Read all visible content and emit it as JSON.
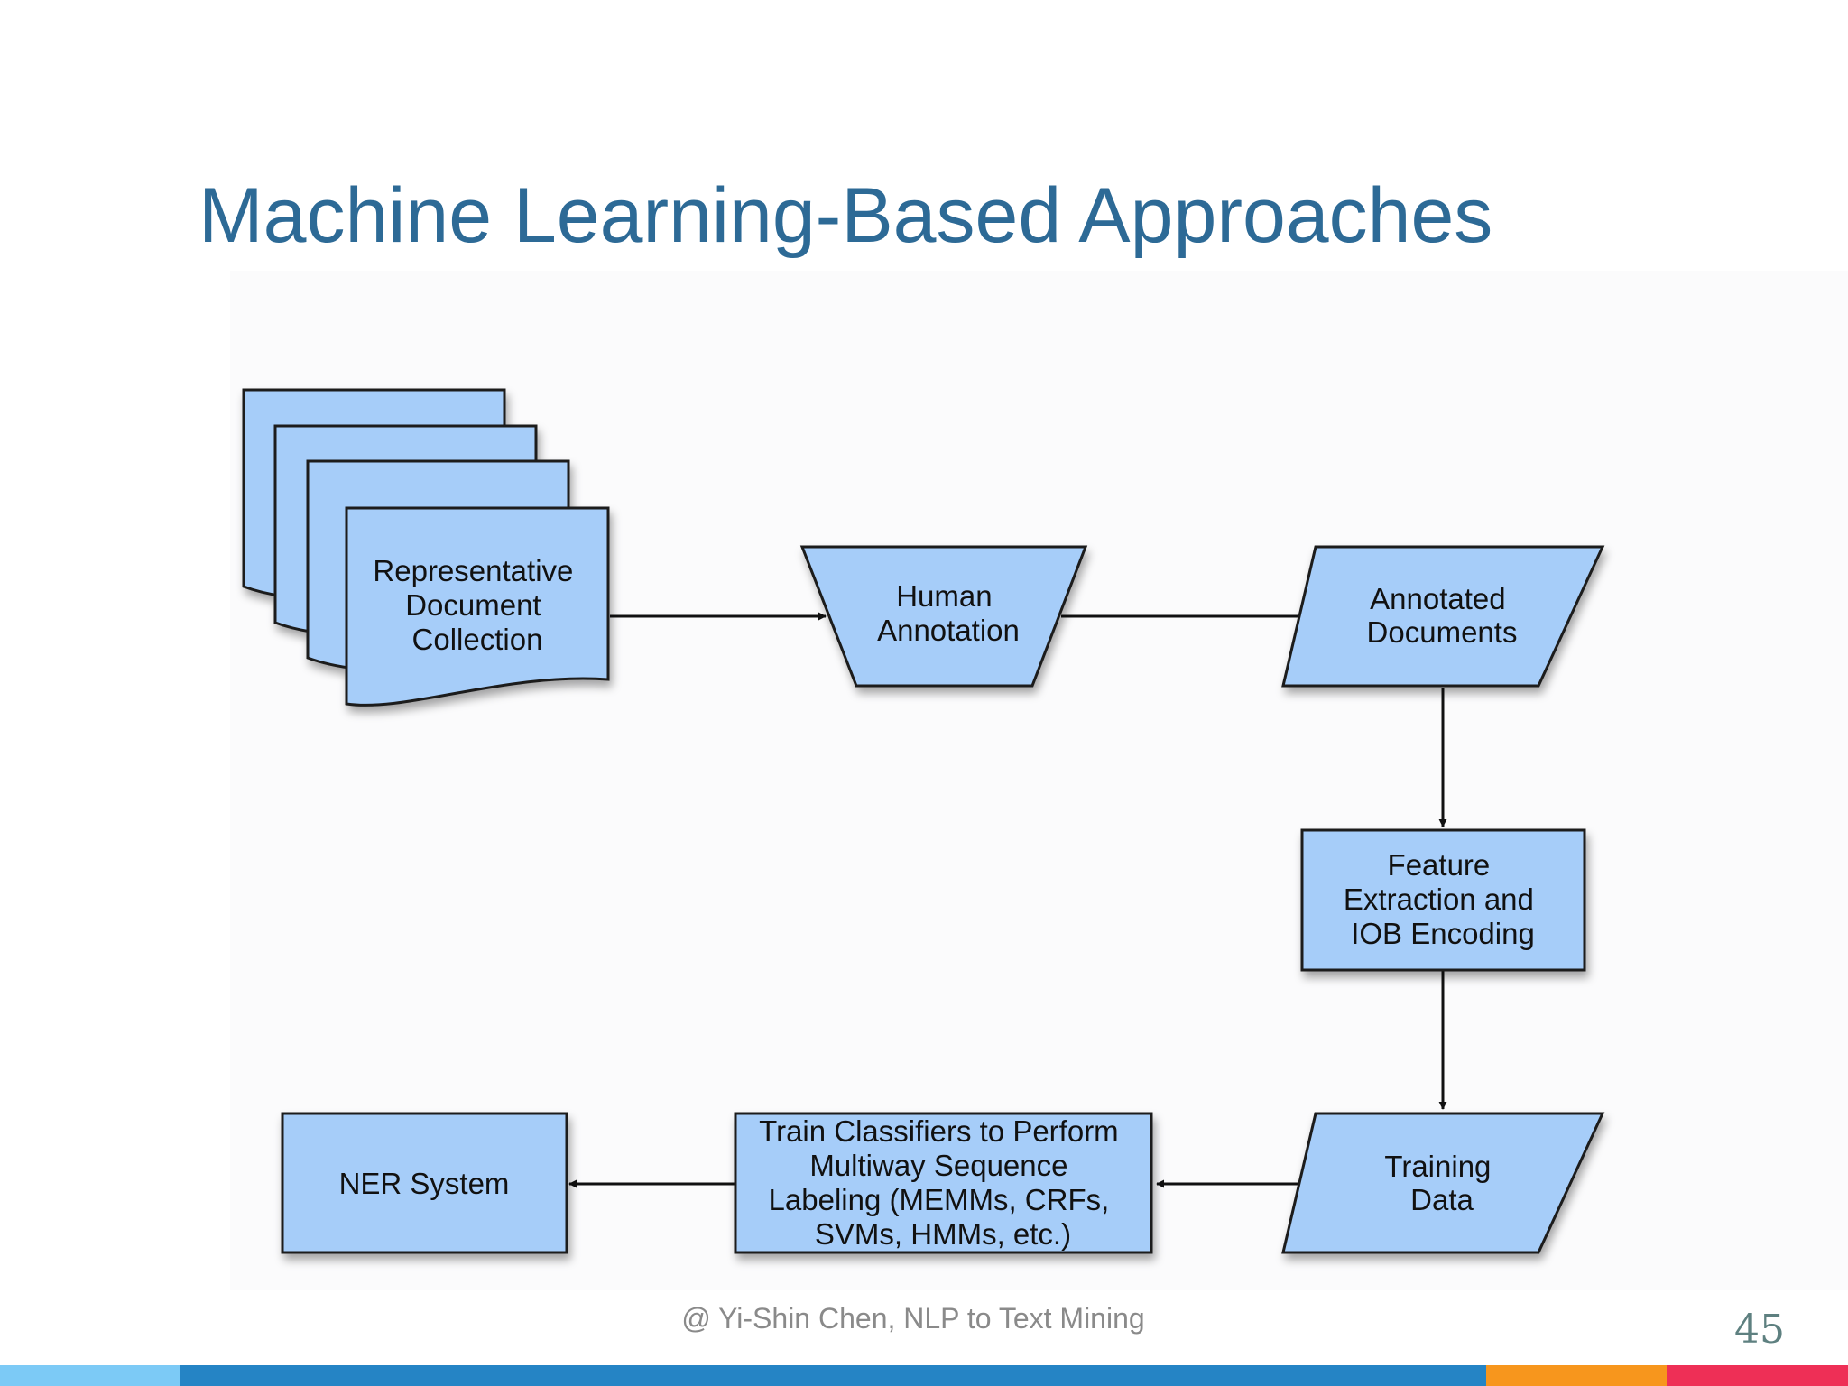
{
  "slide": {
    "title": "Machine Learning-Based Approaches",
    "footer": "@ Yi-Shin Chen, NLP to Text Mining",
    "page_number": "45"
  },
  "diagram": {
    "nodes": {
      "document_collection": [
        "Representative",
        "Document",
        "Collection"
      ],
      "human_annotation": [
        "Human",
        "Annotation"
      ],
      "annotated_documents": [
        "Annotated",
        "Documents"
      ],
      "feature_extraction": [
        "Feature",
        "Extraction and",
        "IOB Encoding"
      ],
      "training_data": [
        "Training",
        "Data"
      ],
      "train_classifiers": [
        "Train Classifiers to Perform",
        "Multiway Sequence",
        "Labeling (MEMMs, CRFs,",
        "SVMs, HMMs, etc.)"
      ],
      "ner_system": [
        "NER System"
      ]
    }
  },
  "colors": {
    "title": "#2d6a96",
    "node_fill": "#a6cdf9",
    "node_stroke": "#1a1a1a",
    "bar_light_blue": "#7ccaf6",
    "bar_blue": "#2584c5",
    "bar_orange": "#f7961d",
    "bar_red": "#ee2f56"
  }
}
